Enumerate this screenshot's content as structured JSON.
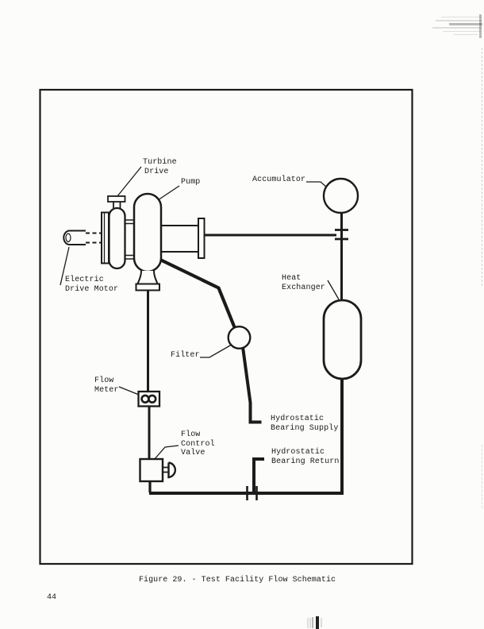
{
  "page": {
    "number": "44",
    "caption": "Figure 29. - Test Facility Flow Schematic"
  },
  "diagram": {
    "ink_color": "#1b1b1b",
    "paper_color": "#fcfcfa",
    "labels": {
      "turbine_drive": {
        "line1": "Turbine",
        "line2": "Drive"
      },
      "pump": "Pump",
      "accumulator": "Accumulator",
      "electric_drive_motor": {
        "line1": "Electric",
        "line2": "Drive Motor"
      },
      "heat_exchanger": {
        "line1": "Heat",
        "line2": "Exchanger"
      },
      "filter": "Filter",
      "flow_meter": {
        "line1": "Flow",
        "line2": "Meter"
      },
      "flow_control_valve": {
        "line1": "Flow",
        "line2": "Control",
        "line3": "Valve"
      },
      "hydrostatic_bearing_supply": {
        "line1": "Hydrostatic",
        "line2": "Bearing Supply"
      },
      "hydrostatic_bearing_return": {
        "line1": "Hydrostatic",
        "line2": "Bearing Return"
      }
    },
    "components": [
      "electric-drive-motor",
      "turbine-drive",
      "pump",
      "accumulator",
      "heat-exchanger",
      "filter",
      "flow-meter",
      "flow-control-valve"
    ]
  }
}
